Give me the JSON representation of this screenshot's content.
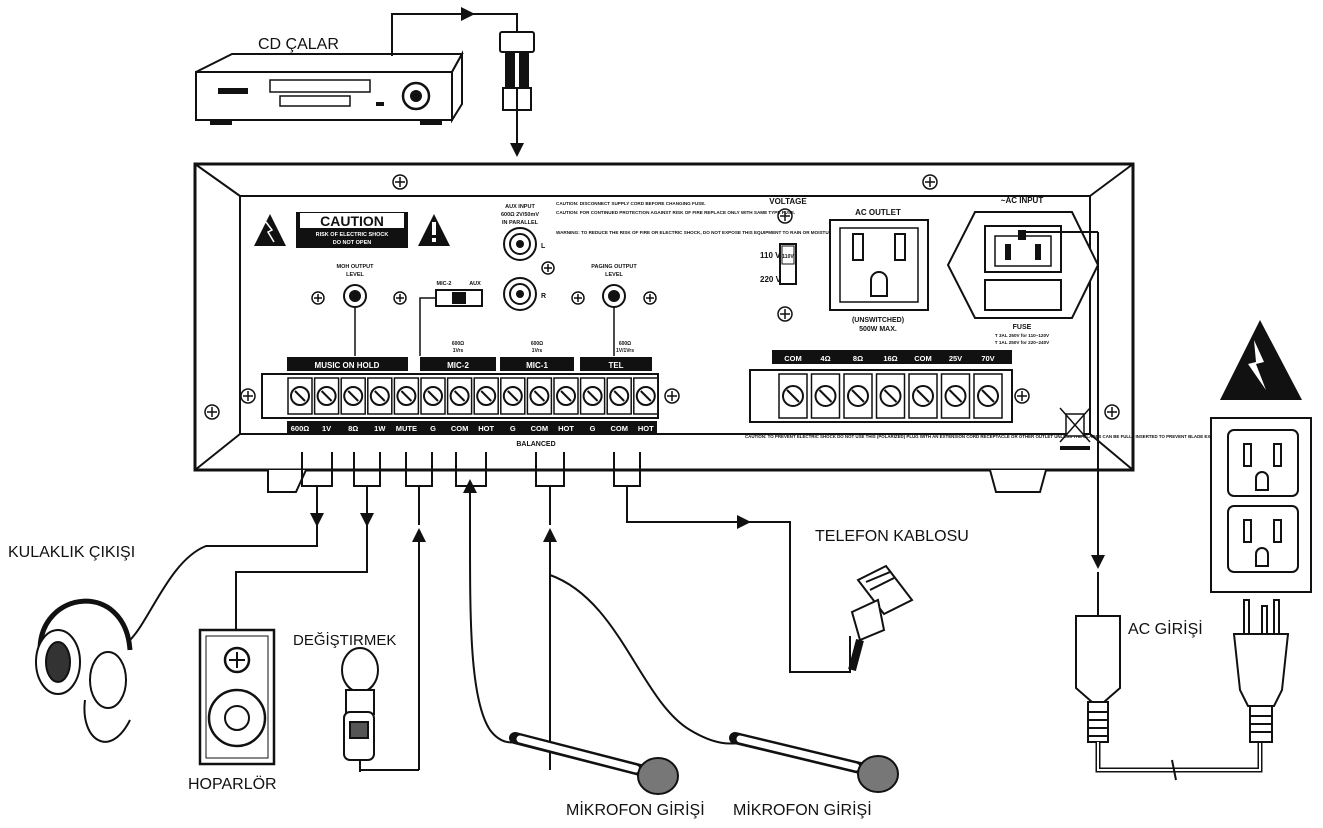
{
  "labels": {
    "cd_player": "CD ÇALAR",
    "headphone_out": "KULAKLIK ÇIKIŞI",
    "speaker": "HOPARLÖR",
    "switch": "DEĞİŞTIRMEK",
    "mic_in_1": "MİKROFON GİRİŞİ",
    "mic_in_2": "MİKROFON GİRİŞİ",
    "phone_cable": "TELEFON KABLOSU",
    "ac_input_label": "AC GİRİŞİ"
  },
  "panel": {
    "caution": "CAUTION",
    "caution_sub1": "RISK OF ELECTRIC SHOCK",
    "caution_sub2": "DO NOT OPEN",
    "moh_output": "MOH OUTPUT",
    "moh_level": "LEVEL",
    "aux_input": "AUX INPUT",
    "aux_spec": "600Ω 2V/50mV",
    "aux_parallel": "IN PARALLEL",
    "aux_l": "L",
    "aux_r": "R",
    "mic2_switch": "MIC-2",
    "aux_switch": "AUX",
    "paging_output": "PAGING OUTPUT",
    "paging_level": "LEVEL",
    "caution_text_1": "CAUTION: DISCONNECT SUPPLY CORD BEFORE CHANGING FUSE.",
    "caution_text_2": "CAUTION: FOR CONTINUED PROTECTION AGAINST RISK OF FIRE REPLACE ONLY WITH SAME TYPE FUSE.",
    "warning_text": "WARNING: TO REDUCE THE RISK OF FIRE OR ELECTRIC SHOCK, DO NOT EXPOSE THIS EQUIPMENT TO RAIN OR MOISTURE.",
    "voltage": "VOLTAGE",
    "v110": "110 V",
    "v220": "220 V",
    "v_switch": "110V",
    "ac_outlet": "AC OUTLET",
    "unswitched": "(UNSWITCHED)",
    "max": "500W MAX.",
    "ac_input": "~AC INPUT",
    "fuse": "FUSE",
    "fuse_1": "T 3AL 250V for 110~120V",
    "fuse_2": "T 1AL 250V for 220~240V",
    "mic2_imp": "600Ω",
    "mic2_lvl": "1Vrs",
    "mic1_imp": "600Ω",
    "mic1_lvl": "1Vrs",
    "tel_imp": "600Ω",
    "tel_lvl": "1V/1Vrs",
    "strip": [
      "MUSIC ON HOLD",
      "MIC-2",
      "MIC-1",
      "TEL"
    ],
    "terminals": [
      "600Ω",
      "1V",
      "8Ω",
      "1W",
      "MUTE",
      "G",
      "COM",
      "HOT",
      "G",
      "COM",
      "HOT",
      "G",
      "COM",
      "HOT"
    ],
    "balanced": "BALANCED",
    "spk_terminals": [
      "COM",
      "4Ω",
      "8Ω",
      "16Ω",
      "COM",
      "25V",
      "70V"
    ],
    "bottom_caution": "CAUTION: TO PREVENT ELECTRIC SHOCK DO NOT USE THIS (POLARIZED) PLUG WITH AN EXTENSION CORD RECEPTACLE OR OTHER OUTLET UNLESS THE BLADES CAN BE FULLY INSERTED TO PREVENT BLADE EXPOSURE."
  }
}
